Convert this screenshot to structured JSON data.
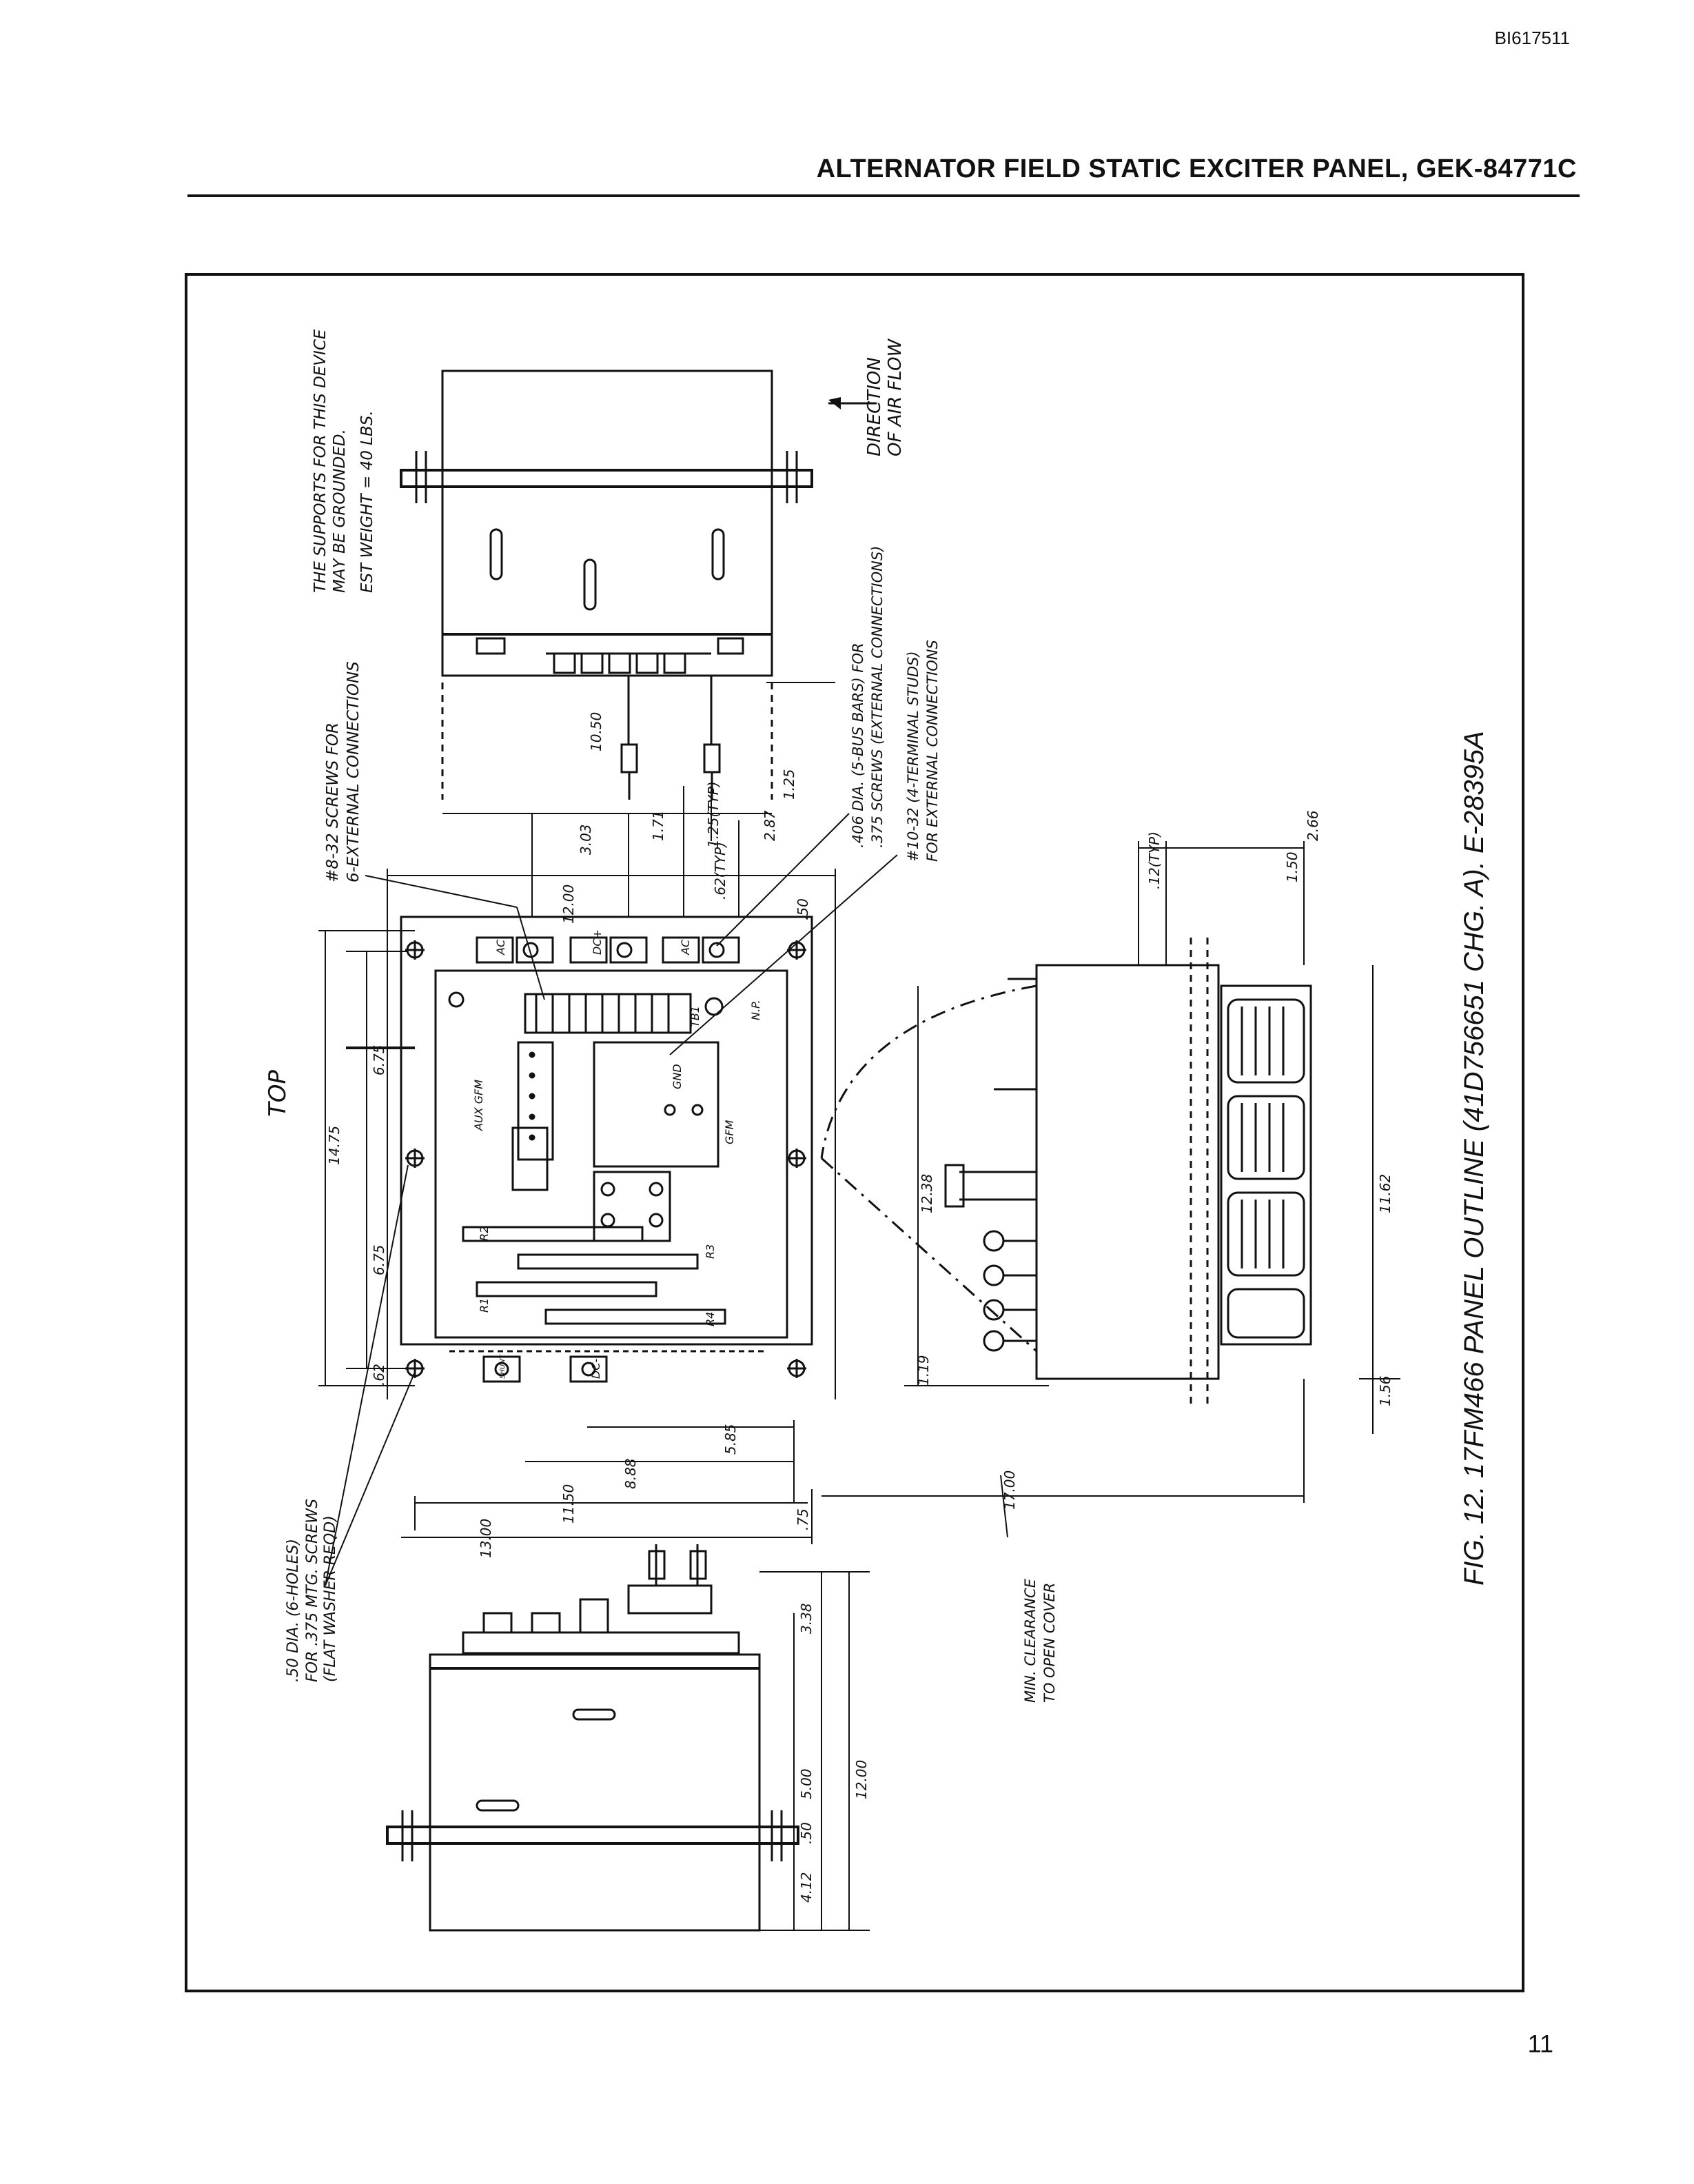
{
  "header": {
    "doc_id": "BI617511",
    "title": "ALTERNATOR FIELD STATIC EXCITER PANEL, GEK-84771C"
  },
  "figure": {
    "caption": "FIG. 12. 17FM466 PANEL OUTLINE (41D756651 CHG. A). E-28395A",
    "view_label": "TOP",
    "notes": {
      "grounding": [
        "THE SUPPORTS FOR THIS DEVICE",
        "MAY BE GROUNDED."
      ],
      "weight": "EST WEIGHT = 40 LBS.",
      "airflow": [
        "DIRECTION",
        "OF AIR FLOW"
      ],
      "screws_832": [
        "#8-32 SCREWS FOR",
        "6-EXTERNAL CONNECTIONS"
      ],
      "bus_bars": [
        ".406 DIA. (5-BUS BARS) FOR",
        ".375 SCREWS (EXTERNAL CONNECTIONS)"
      ],
      "terminal_studs": [
        "#10-32 (4-TERMINAL STUDS)",
        "FOR EXTERNAL CONNECTIONS"
      ],
      "mounting_holes": [
        ".50 DIA. (6-HOLES)",
        "FOR .375 MTG. SCREWS",
        "(FLAT WASHER REQD)"
      ],
      "clearance": [
        "MIN. CLEARANCE",
        "TO OPEN COVER"
      ]
    },
    "dimensions": {
      "d_1050": "10.50",
      "d_303": "3.03",
      "d_171": "1.71",
      "d_125typ": "1.25(TYP)",
      "d_287": "2.87",
      "d_125": "1.25",
      "d_1200": "12.00",
      "d_62typ": ".62(TYP)",
      "d_50": ".50",
      "d_675a": "6.75",
      "d_1475": "14.75",
      "d_675b": "6.75",
      "d_62": ".62",
      "d_1238": "12.38",
      "d_119": "1.19",
      "d_585": "5.85",
      "d_888": "8.88",
      "d_1150": "11.50",
      "d_1300": "13.00",
      "d_75": ".75",
      "d_1700": "17.00",
      "d_266": "2.66",
      "d_150": "1.50",
      "d_12typ": ".12(TYP)",
      "d_1162": "11.62",
      "d_156": "1.56",
      "d_338": "3.38",
      "d_500": "5.00",
      "d_1200b": "12.00",
      "d_50b": ".50",
      "d_412": "4.12"
    },
    "board_labels": {
      "ac1": "AC",
      "dc_plus": "DC+",
      "ac2": "AC",
      "dc_minus": "DC-",
      "aux_gfm": "AUX GFM",
      "gfm": "GFM",
      "tb1": "TB1",
      "r1": "R1",
      "r2": "R2",
      "r3": "R3",
      "r4": "R4",
      "np": "N.P.",
      "gnd": "GND",
      "shunt": "SHUNT"
    }
  }
}
